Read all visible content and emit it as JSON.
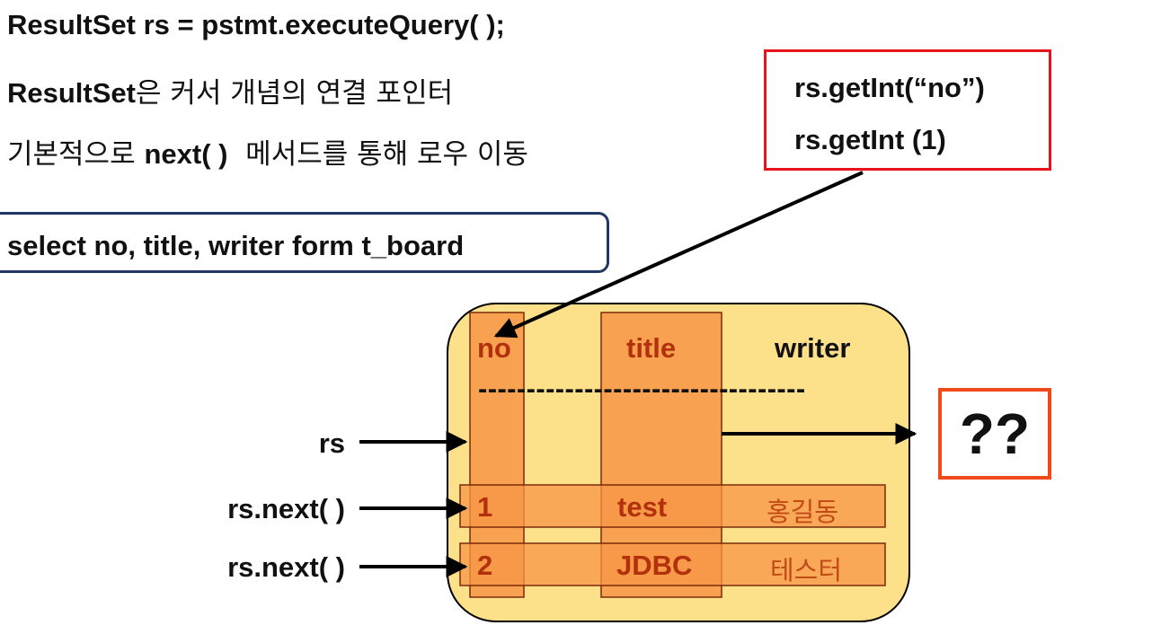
{
  "text": {
    "line1": "ResultSet rs = pstmt.executeQuery( );",
    "line2_bold": "ResultSet",
    "line2_rest": "은 커서 개념의 연결 포인터",
    "line3_pre": "기본적으로 ",
    "line3_bold": "next( )",
    "line3_rest": "  메서드를 통해 로우 이동",
    "sql": "select  no, title, writer form t_board",
    "call1": "rs.getInt(“no”)",
    "call2": "rs.getInt (1)",
    "unknown": "??"
  },
  "pointers": {
    "rs": "rs",
    "next1": "rs.next( )",
    "next2": "rs.next( )"
  },
  "table": {
    "headers": [
      "no",
      "title",
      "writer"
    ],
    "divider": "----------------------------------",
    "rows": [
      {
        "no": "1",
        "title": "test",
        "writer": "홍길동"
      },
      {
        "no": "2",
        "title": "JDBC",
        "writer": "테스터"
      }
    ]
  },
  "colors": {
    "result_bg": "#fde08a",
    "column_fill": "#f79646",
    "row_fill": "#f79646",
    "cell_text": "#b3300d",
    "red_box": "#e8141c",
    "navy_box": "#1f3864"
  }
}
